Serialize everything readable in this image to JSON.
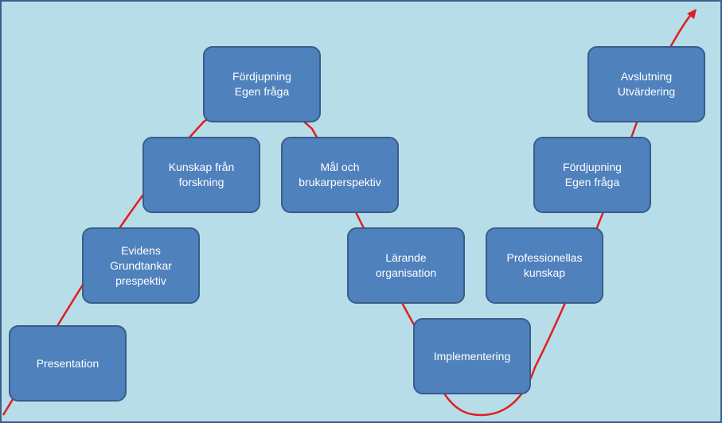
{
  "diagram": {
    "colors": {
      "background": "#b7dde8",
      "frame_border": "#3d5f8c",
      "box_fill": "#4f81bd",
      "box_border": "#385d8a",
      "box_text": "#ffffff",
      "curve": "#e01e1e"
    },
    "steps": [
      {
        "id": "presentation",
        "label": "Presentation"
      },
      {
        "id": "evidens",
        "label": "Evidens\nGrundtankar\nprespektiv"
      },
      {
        "id": "kunskap-forskning",
        "label": "Kunskap från\nforskning"
      },
      {
        "id": "fordjupning-1",
        "label": "Fördjupning\nEgen fråga"
      },
      {
        "id": "mal-brukar",
        "label": "Mål och\nbrukarperspektiv"
      },
      {
        "id": "larande-org",
        "label": "Lärande\norganisation"
      },
      {
        "id": "implementering",
        "label": "Implementering"
      },
      {
        "id": "professionellas",
        "label": "Professionellas\nkunskap"
      },
      {
        "id": "fordjupning-2",
        "label": "Fördjupning\nEgen fråga"
      },
      {
        "id": "avslutning",
        "label": "Avslutning\nUtvärdering"
      }
    ]
  }
}
